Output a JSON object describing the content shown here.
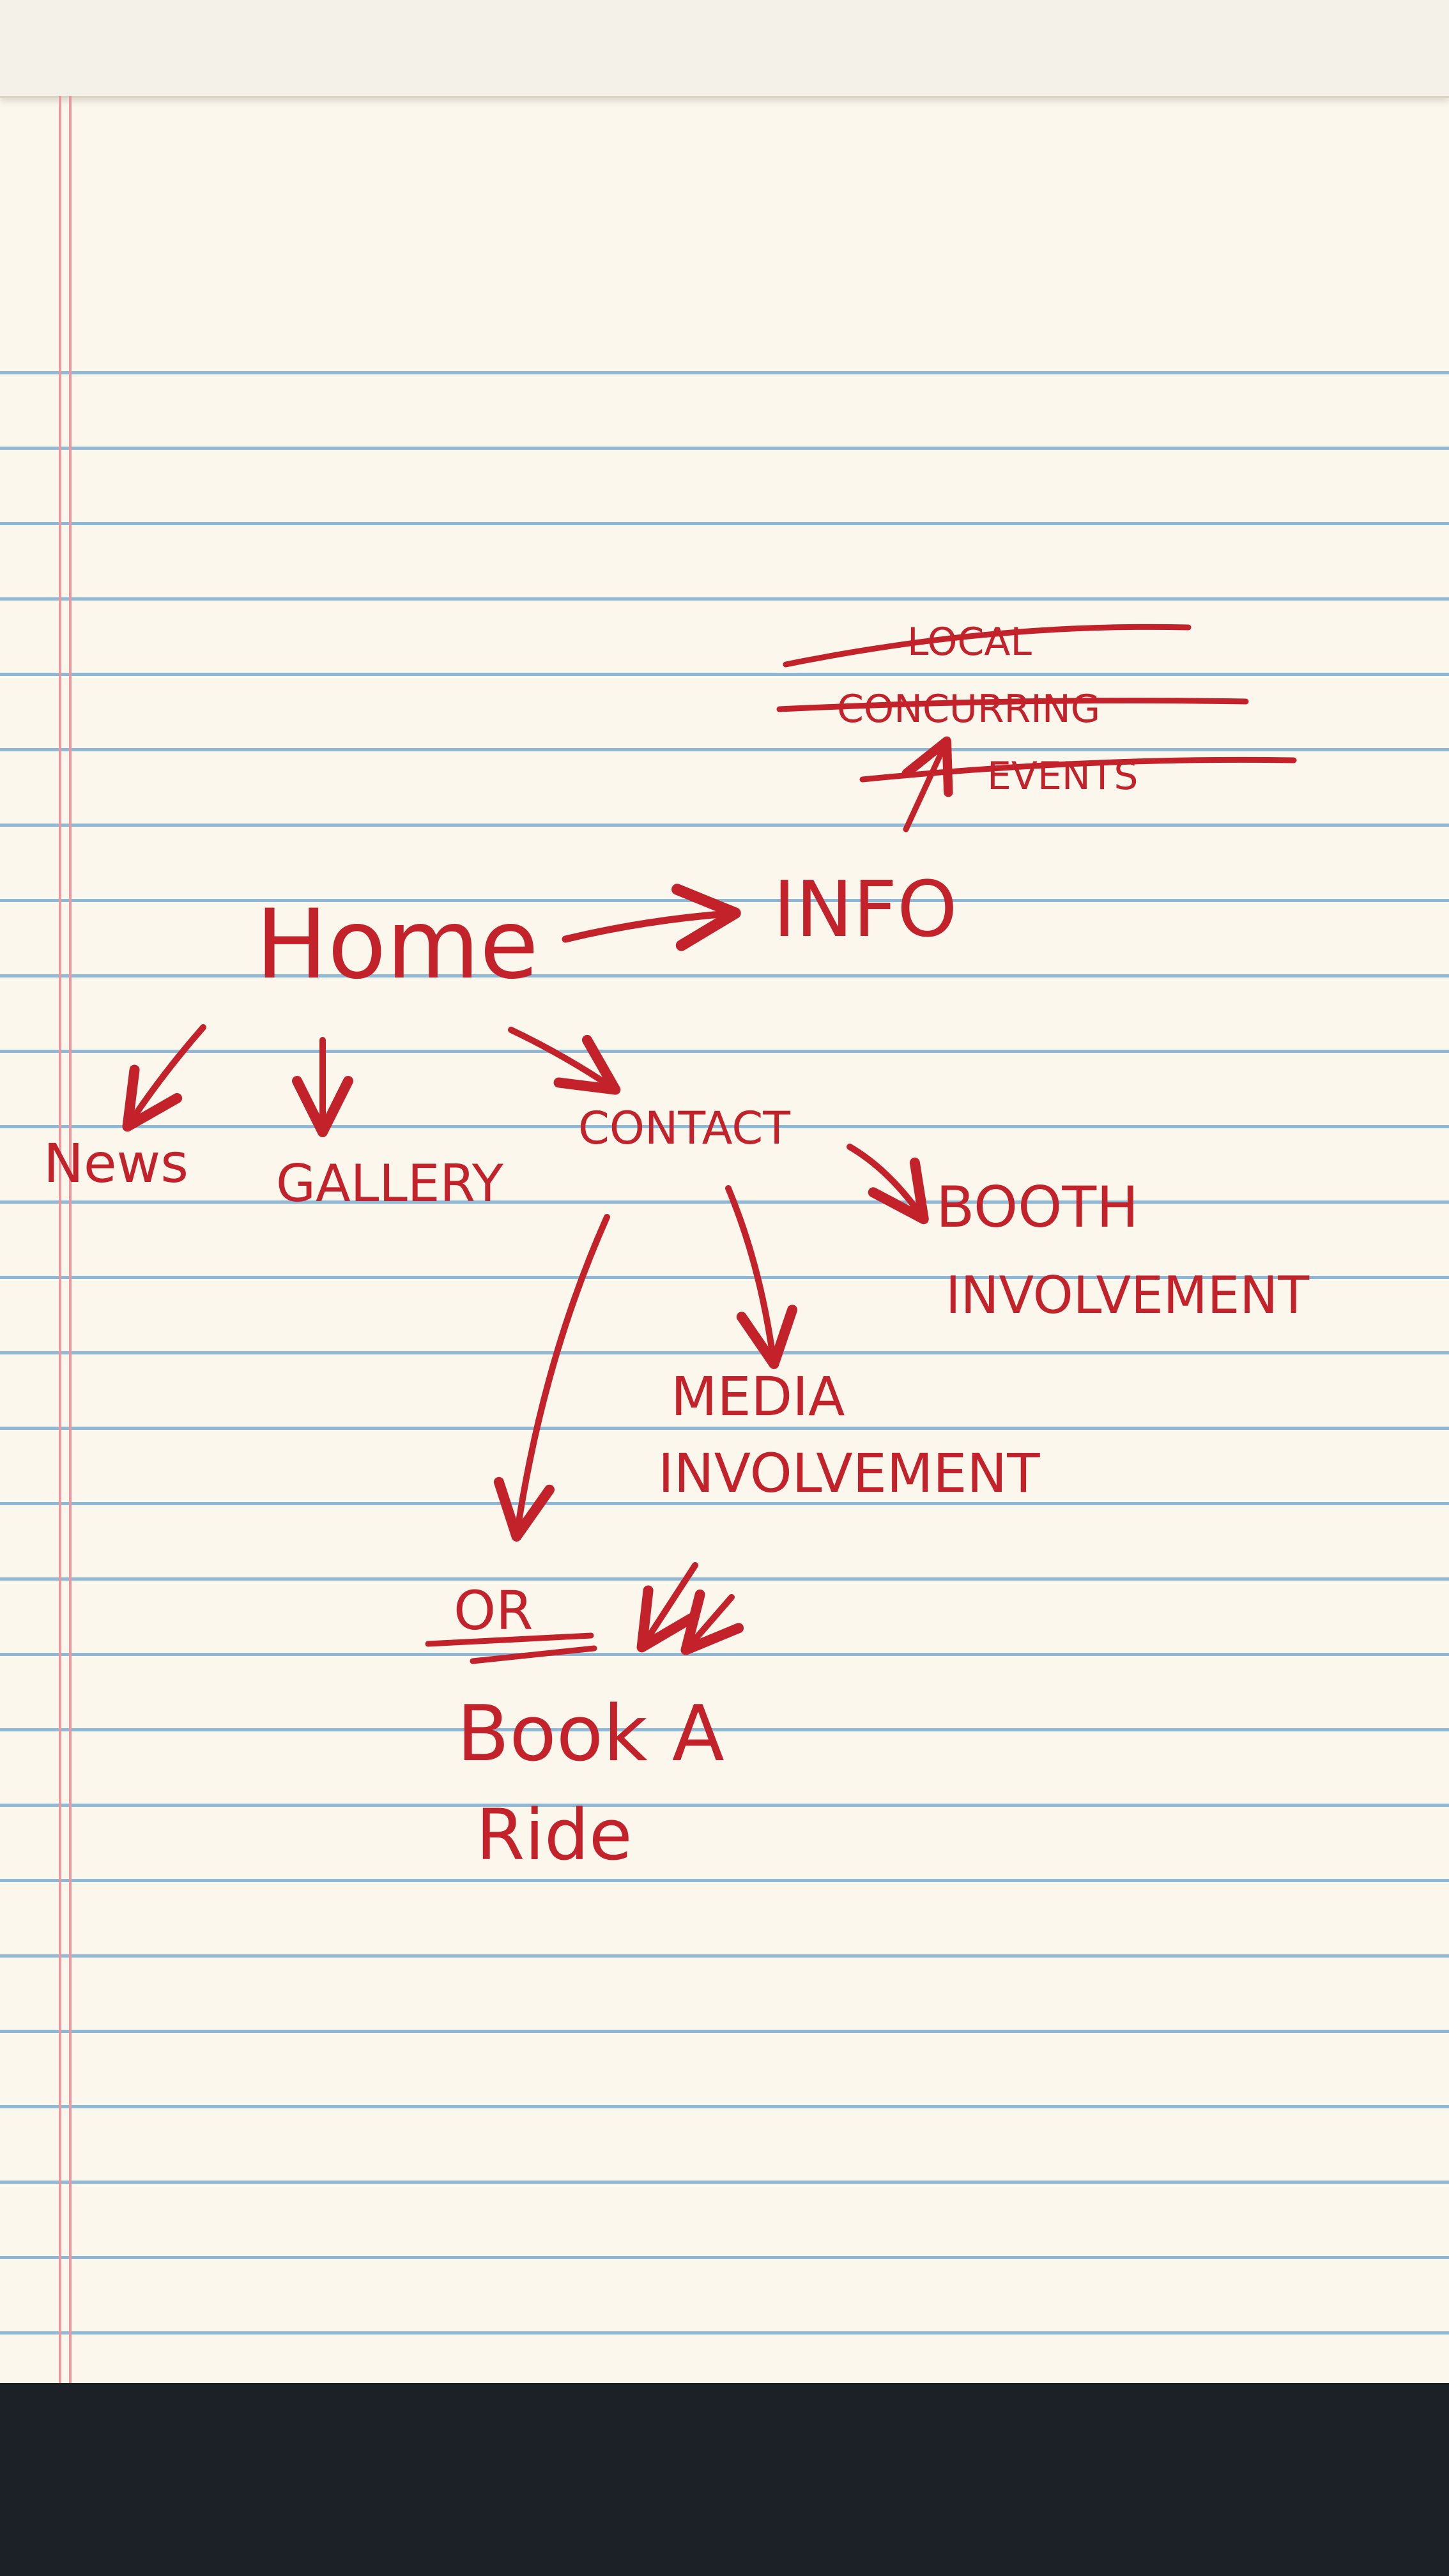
{
  "nodes": {
    "home": "Home",
    "info": "INFO",
    "news": "News",
    "gallery": "GALLERY",
    "contact": "CONTACT",
    "booth_involvement": [
      "BOOTH",
      "INVOLVEMENT"
    ],
    "media_involvement": [
      "MEDIA",
      "INVOLVEMENT"
    ],
    "or_label": "OR",
    "book_a_ride": [
      "Book A",
      "Ride"
    ]
  },
  "crossed_out": [
    "LOCAL",
    "CONCURRING",
    "EVENTS"
  ],
  "colors": {
    "ink": "#c4222b",
    "paper": "#fbf7ec",
    "rule_line": "#8fb8d6",
    "margin_line": "#e89aa0",
    "desk": "#1c2128"
  }
}
